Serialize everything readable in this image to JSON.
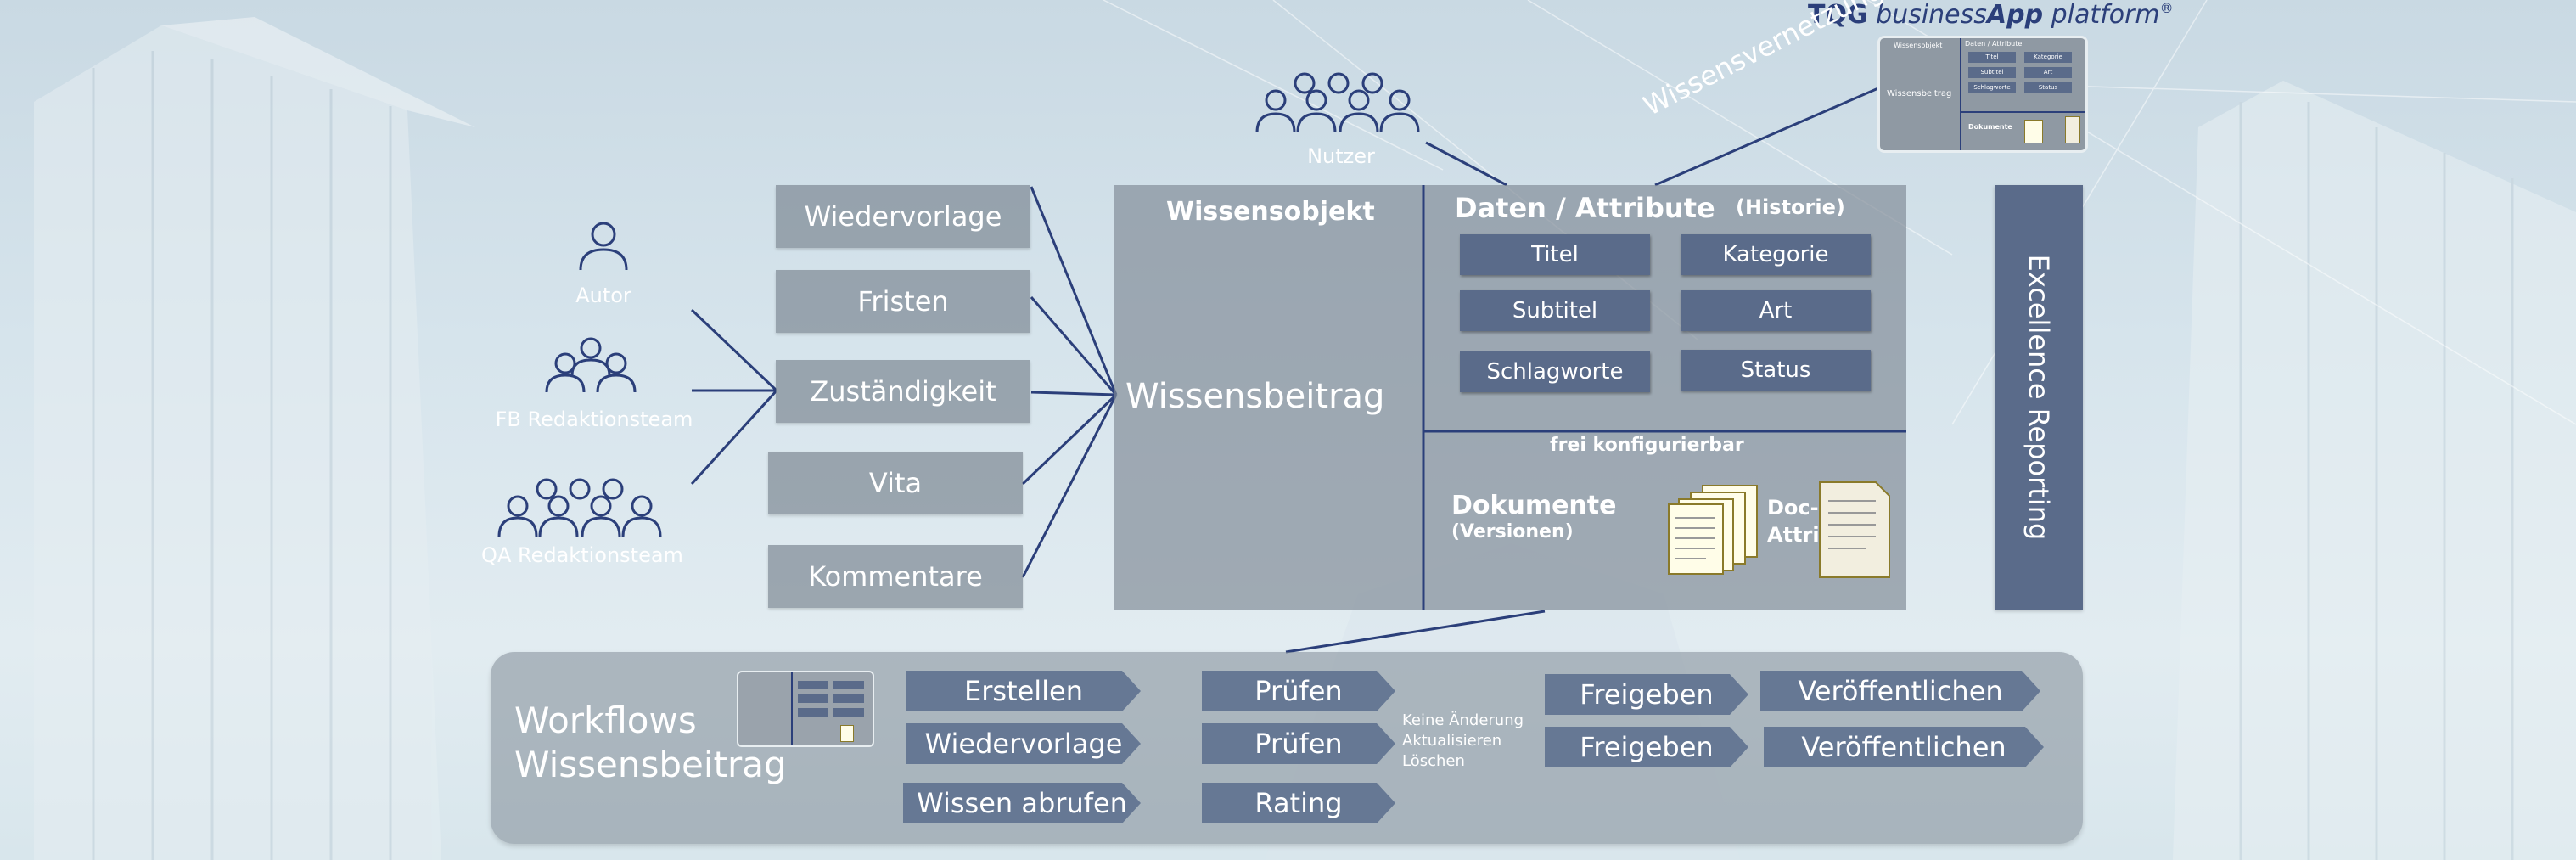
{
  "brand": {
    "tqg": "TQG",
    "business": "business",
    "app": "App",
    "platform": "platform",
    "reg": "®"
  },
  "roles": [
    {
      "label": "Autor"
    },
    {
      "label": "FB Redaktionsteam"
    },
    {
      "label": "QA Redaktionsteam"
    }
  ],
  "user": {
    "label": "Nutzer"
  },
  "network_label": "Wissensvernetzung",
  "left_items": [
    "Wiedervorlage",
    "Fristen",
    "Zuständigkeit",
    "Vita",
    "Kommentare"
  ],
  "main": {
    "object_title": "Wissensobjekt",
    "object_center": "Wissensbeitrag",
    "data_title": "Daten / Attribute",
    "history": "(Historie)",
    "attributes": [
      "Titel",
      "Kategorie",
      "Subtitel",
      "Art",
      "Schlagworte",
      "Status"
    ],
    "configurable": "frei konfigurierbar",
    "documents_title": "Dokumente",
    "versions": "(Versionen)",
    "doc_attr_1": "Doc-",
    "doc_attr_2": "Attribute"
  },
  "thumbnail": {
    "col1": "Wissensobjekt",
    "col2": "Daten / Attribute",
    "center": "Wissensbeitrag",
    "docs": "Dokumente",
    "attrs": [
      "Titel",
      "Kategorie",
      "Subtitel",
      "Art",
      "Schlagworte",
      "Status"
    ]
  },
  "excellence": "Excellence Reporting",
  "workflows": {
    "title_1": "Workflows",
    "title_2": "Wissensbeitrag",
    "row1": [
      "Erstellen",
      "Prüfen"
    ],
    "row2": [
      "Wiedervorlage",
      "Prüfen"
    ],
    "row3": [
      "Wissen abrufen",
      "Rating"
    ],
    "note": [
      "Keine Änderung",
      "Aktualisieren",
      "Löschen"
    ],
    "right_row1": [
      "Freigeben",
      "Veröffentlichen"
    ],
    "right_row2": [
      "Freigeben",
      "Veröffentlichen"
    ]
  },
  "colors": {
    "navy": "#2b3f7a",
    "attr_bg": "#5a6b8a",
    "panel": "#808a96"
  }
}
